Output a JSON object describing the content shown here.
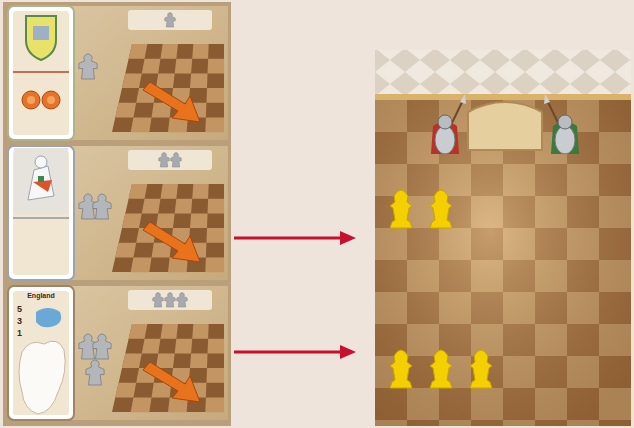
{
  "diagram": {
    "nodes": [
      {
        "text": [
          "England",
          "5",
          "3",
          "1"
        ]
      }
    ]
  }
}
